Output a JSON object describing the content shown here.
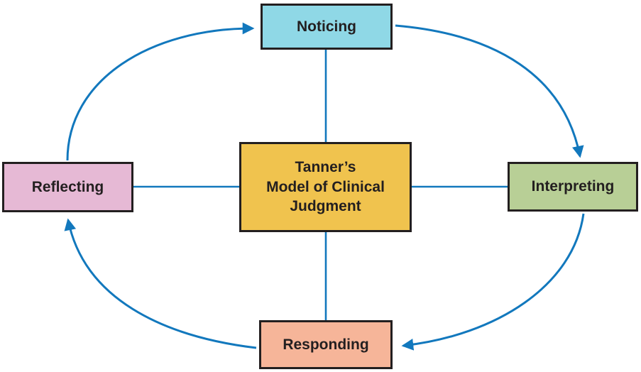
{
  "diagram": {
    "title": "Tanner’s Model of Clinical Judgment",
    "center_node": {
      "line1": "Tanner’s",
      "line2": "Model of Clinical",
      "line3": "Judgment",
      "fill": "#f0c34e"
    },
    "nodes": {
      "noticing": {
        "label": "Noticing",
        "fill": "#8fd8e6",
        "position": "top"
      },
      "interpreting": {
        "label": "Interpreting",
        "fill": "#b8cf96",
        "position": "right"
      },
      "responding": {
        "label": "Responding",
        "fill": "#f6b599",
        "position": "bottom"
      },
      "reflecting": {
        "label": "Reflecting",
        "fill": "#e6b9d5",
        "position": "left"
      }
    },
    "flow_sequence": [
      "Noticing",
      "Interpreting",
      "Responding",
      "Reflecting"
    ],
    "colors": {
      "arrow": "#1278bd",
      "border": "#231f20",
      "text": "#231f20",
      "bg": "#ffffff"
    }
  }
}
